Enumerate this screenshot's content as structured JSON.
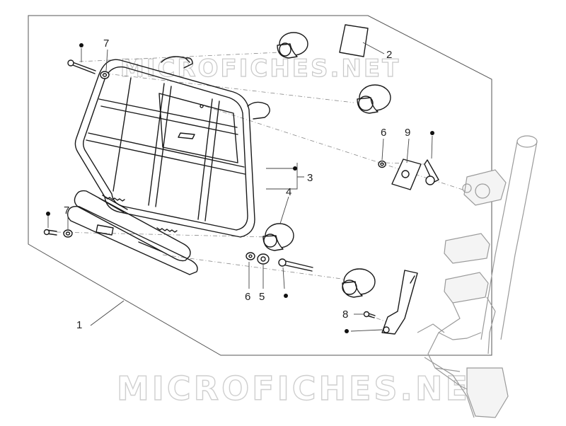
{
  "watermark": {
    "top": "MICROFICHES.NET",
    "bottom": "MICROFICHES.NET"
  },
  "callouts": {
    "c1": "1",
    "c2": "2",
    "c3": "3",
    "c4": "4",
    "c5": "5",
    "c6_upper": "6",
    "c6_lower": "6",
    "c7_upper": "7",
    "c7_lower": "7",
    "c8": "8",
    "c9": "9"
  },
  "colors": {
    "line": "#1a1a1a",
    "ghost": "#9a9a9a",
    "watermark": "#c8c8c8"
  }
}
